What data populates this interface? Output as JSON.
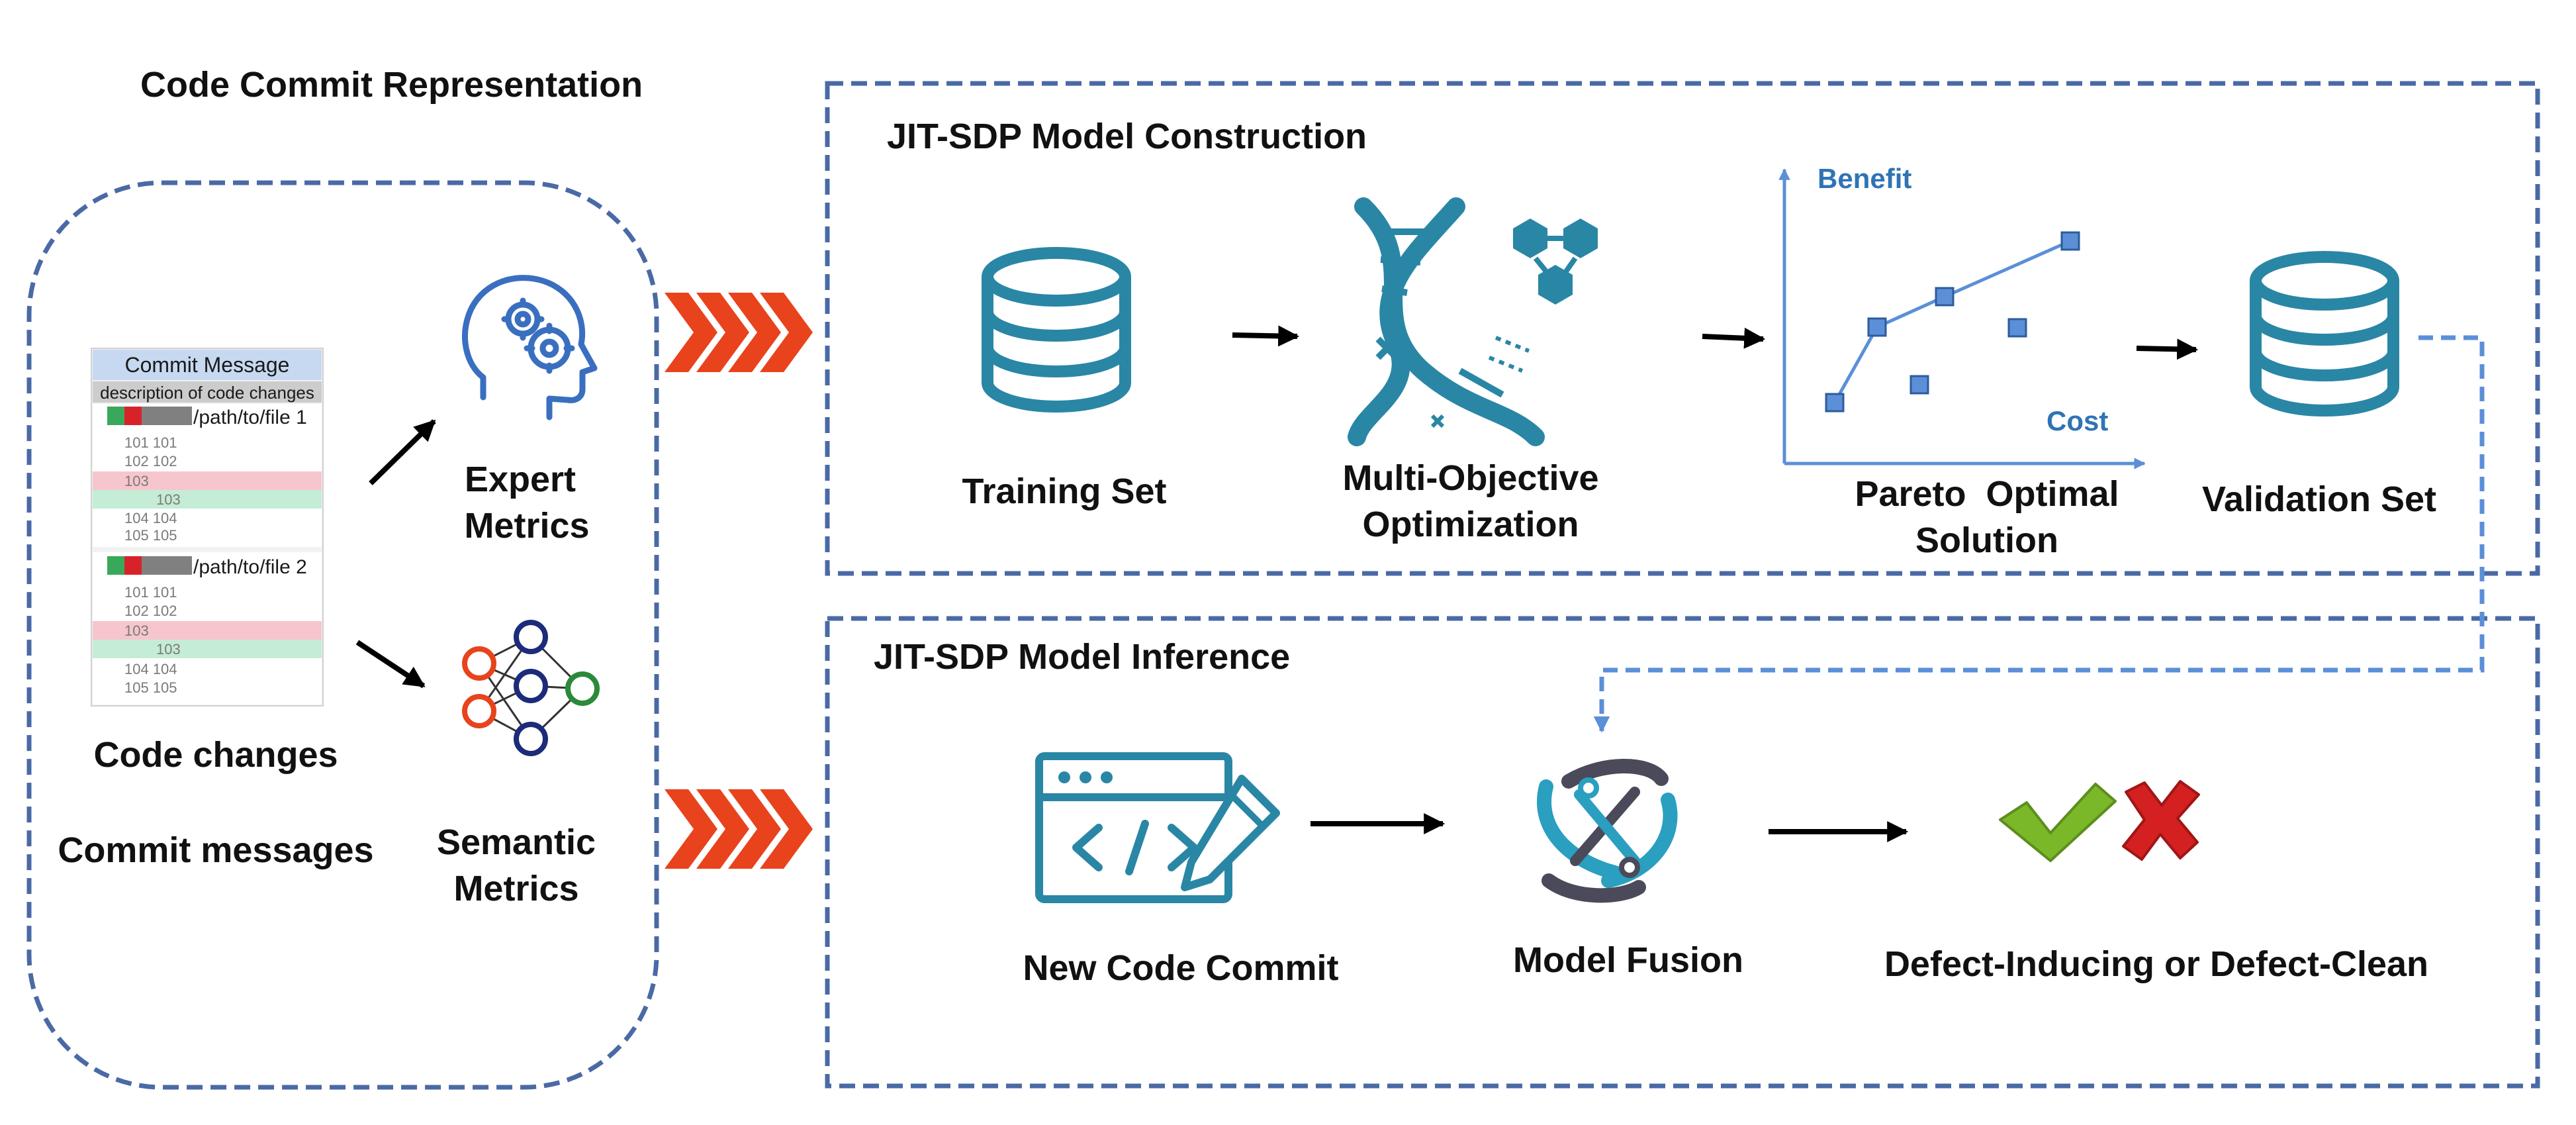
{
  "sections": {
    "representation_title": "Code Commit Representation",
    "construction_title": "JIT-SDP Model Construction",
    "inference_title": "JIT-SDP Model Inference"
  },
  "commit_panel": {
    "header": "Commit Message",
    "description": "description of code changes",
    "file1": {
      "path": "/path/to/file 1",
      "lines": [
        "101 101",
        "102 102",
        "103",
        "103",
        "104 104",
        "105 105"
      ]
    },
    "file2": {
      "path": "/path/to/file 2",
      "lines": [
        "101 101",
        "102 102",
        "103",
        "103",
        "104 104",
        "105 105"
      ]
    }
  },
  "representation": {
    "code_changes": "Code changes",
    "commit_messages": "Commit messages",
    "expert_metrics": [
      "Expert",
      "Metrics"
    ],
    "semantic_metrics": [
      "Semantic",
      "Metrics"
    ]
  },
  "construction": {
    "training_set": "Training Set",
    "moo": [
      "Multi-Objective",
      "Optimization"
    ],
    "pareto": [
      "Pareto  Optimal",
      "Solution"
    ],
    "validation_set": "Validation Set",
    "pareto_chart": {
      "y_label": "Benefit",
      "x_label": "Cost"
    }
  },
  "inference": {
    "new_commit": "New Code Commit",
    "model_fusion": "Model Fusion",
    "result": "Defect-Inducing or Defect-Clean"
  },
  "colors": {
    "dashed_border": "#4a6aa5",
    "icon_teal": "#2a86a5",
    "chart_blue": "#2e74b5",
    "chevron_red": "#e8431c",
    "diff_red": "#f6c6cc",
    "diff_green": "#c5ecd5",
    "header_blue": "#c6d9f1",
    "check_green": "#7ab82a",
    "cross_red": "#d42020"
  },
  "icons": [
    "database-icon",
    "dna-icon",
    "brain-gear-icon",
    "neural-network-icon",
    "code-editor-icon",
    "model-fusion-icon",
    "check-icon",
    "cross-icon"
  ]
}
